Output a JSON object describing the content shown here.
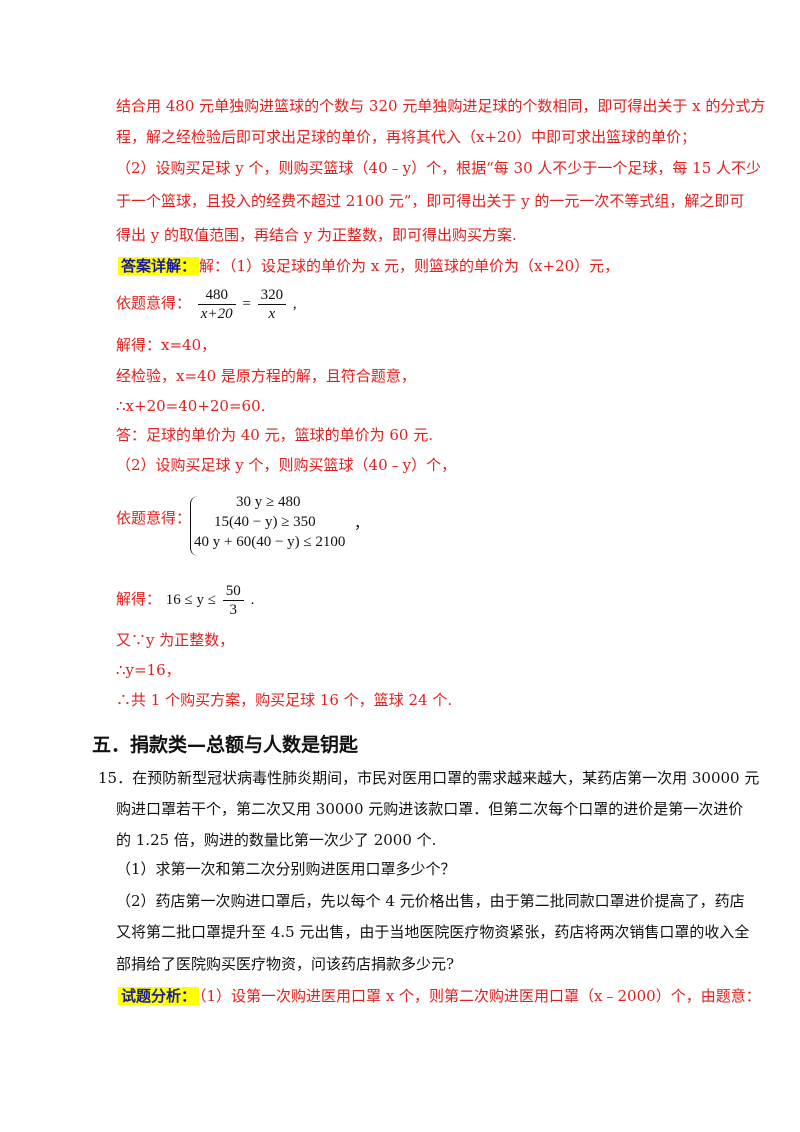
{
  "analysis": {
    "line1": "结合用 480 元单独购进篮球的个数与 320 元单独购进足球的个数相同，即可得出关于 x 的分式方",
    "line2": "程，解之经检验后即可求出足球的单价，再将其代入（x+20）中即可求出篮球的单价；",
    "line3": "（2）设购买足球 y 个，则购买篮球（40﹣y）个，根据“每 30 人不少于一个足球，每 15 人不少",
    "line4": "于一个篮球，且投入的经费不超过 2100 元”，即可得出关于 y 的一元一次不等式组，解之即可",
    "line5": "得出 y 的取值范围，再结合 y 为正整数，即可得出购买方案."
  },
  "answer": {
    "tag": "答案详解：",
    "intro": "解：（1）设足球的单价为 x 元，则篮球的单价为（x+20）元，",
    "eq_label": "依题意得：",
    "eq_num1": "480",
    "eq_den1": "x+20",
    "eq_eq": "=",
    "eq_num2": "320",
    "eq_den2": "x",
    "eq_tail": ",",
    "solve1": "解得：x=40，",
    "check": "经检验，x=40 是原方程的解，且符合题意，",
    "therefore1": "∴x+20=40+20=60.",
    "reply": "答：足球的单价为 40 元，篮球的单价为 60 元.",
    "part2": "（2）设购买足球 y 个，则购买篮球（40﹣y）个，",
    "sys_label": "依题意得：",
    "sys_row1": "30 y ≥ 480",
    "sys_row2": "15(40 − y) ≥ 350",
    "sys_row3": "40 y + 60(40 − y) ≤ 2100",
    "sys_tail": "，",
    "solve2_label": "解得：",
    "solve2_lhs": "16 ≤ y ≤",
    "solve2_num": "50",
    "solve2_den": "3",
    "solve2_tail": ".",
    "since": "又∵y 为正整数，",
    "therefore2": "∴y=16，",
    "conclusion": "∴共 1 个购买方案，购买足球 16 个，篮球 24 个."
  },
  "section": {
    "title": "五．捐款类—总额与人数是钥匙"
  },
  "problem": {
    "line1": "15．在预防新型冠状病毒性肺炎期间，市民对医用口罩的需求越来越大，某药店第一次用 30000 元",
    "line2": "购进口罩若干个，第二次又用 30000 元购进该款口罩．但第二次每个口罩的进价是第一次进价",
    "line3": "的 1.25 倍，购进的数量比第一次少了 2000 个.",
    "q1": "（1）求第一次和第二次分别购进医用口罩多少个？",
    "q2_line1": "（2）药店第一次购进口罩后，先以每个 4 元价格出售，由于第二批同款口罩进价提高了，药店",
    "q2_line2": "又将第二批口罩提升至 4.5 元出售，由于当地医院医疗物资紧张，药店将两次销售口罩的收入全",
    "q2_line3": "部捐给了医院购买医疗物资，问该药店捐款多少元?",
    "analysis_tag": "试题分析：",
    "analysis_text": "（1）设第一次购进医用口罩 x 个，则第二次购进医用口罩（x﹣2000）个，由题意："
  }
}
